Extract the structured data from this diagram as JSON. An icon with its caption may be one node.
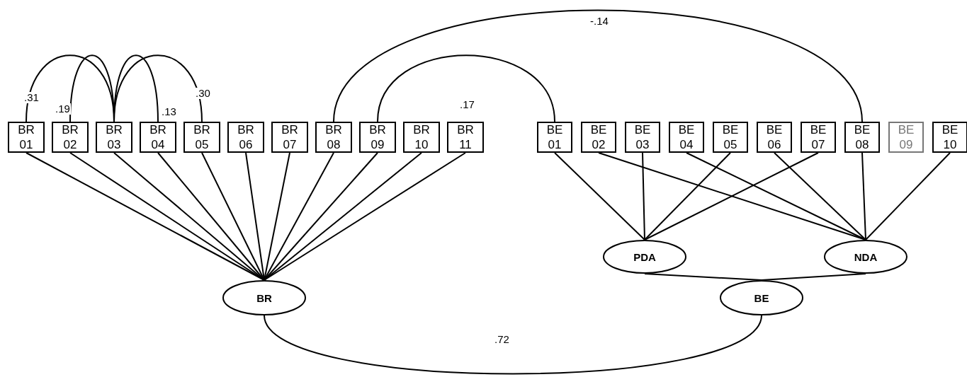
{
  "diagram": {
    "nodes": [
      {
        "text": [
          "BR 01"
        ]
      },
      {
        "text": [
          "BR 02"
        ]
      },
      {
        "text": [
          "BR 03"
        ]
      },
      {
        "text": [
          "BR 04"
        ]
      },
      {
        "text": [
          "BR 05"
        ]
      },
      {
        "text": [
          "BR 06"
        ]
      },
      {
        "text": [
          "BR 07"
        ]
      },
      {
        "text": [
          "BR 08"
        ]
      },
      {
        "text": [
          "BR 09"
        ]
      },
      {
        "text": [
          "BR 10"
        ]
      },
      {
        "text": [
          "BR 11"
        ]
      },
      {
        "text": [
          "BE 01"
        ]
      },
      {
        "text": [
          "BE 02"
        ]
      },
      {
        "text": [
          "BE 03"
        ]
      },
      {
        "text": [
          "BE 04"
        ]
      },
      {
        "text": [
          "BE 05"
        ]
      },
      {
        "text": [
          "BE 06"
        ]
      },
      {
        "text": [
          "BE 07"
        ]
      },
      {
        "text": [
          "BE 08"
        ]
      },
      {
        "text": [
          "BE 09"
        ]
      },
      {
        "text": [
          "BE 10"
        ]
      },
      {
        "text": [
          "BR"
        ]
      },
      {
        "text": [
          "PDA"
        ]
      },
      {
        "text": [
          "NDA"
        ]
      },
      {
        "text": [
          "BE"
        ]
      }
    ],
    "edges": [
      {
        "from": 0,
        "to": 21,
        "arrow": "none"
      },
      {
        "from": 1,
        "to": 21,
        "arrow": "none"
      },
      {
        "from": 2,
        "to": 21,
        "arrow": "none"
      },
      {
        "from": 3,
        "to": 21,
        "arrow": "none"
      },
      {
        "from": 4,
        "to": 21,
        "arrow": "none"
      },
      {
        "from": 5,
        "to": 21,
        "arrow": "none"
      },
      {
        "from": 6,
        "to": 21,
        "arrow": "none"
      },
      {
        "from": 7,
        "to": 21,
        "arrow": "none"
      },
      {
        "from": 8,
        "to": 21,
        "arrow": "none"
      },
      {
        "from": 9,
        "to": 21,
        "arrow": "none"
      },
      {
        "from": 10,
        "to": 21,
        "arrow": "none"
      },
      {
        "from": 11,
        "to": 22,
        "arrow": "none"
      },
      {
        "from": 13,
        "to": 22,
        "arrow": "none"
      },
      {
        "from": 15,
        "to": 22,
        "arrow": "none"
      },
      {
        "from": 17,
        "to": 22,
        "arrow": "none"
      },
      {
        "from": 12,
        "to": 23,
        "arrow": "none"
      },
      {
        "from": 14,
        "to": 23,
        "arrow": "none"
      },
      {
        "from": 16,
        "to": 23,
        "arrow": "none"
      },
      {
        "from": 18,
        "to": 23,
        "arrow": "none"
      },
      {
        "from": 20,
        "to": 23,
        "arrow": "none"
      },
      {
        "from": 22,
        "to": 24,
        "arrow": "none"
      },
      {
        "from": 23,
        "to": 24,
        "arrow": "none"
      },
      {
        "from": 21,
        "to": 24,
        "arrow": "none",
        "label": ".72"
      },
      {
        "from": 0,
        "to": 2,
        "arrow": "none",
        "label": ".31"
      },
      {
        "from": 1,
        "to": 2,
        "arrow": "none",
        "label": ".19"
      },
      {
        "from": 2,
        "to": 3,
        "arrow": "none",
        "label": ".13"
      },
      {
        "from": 2,
        "to": 4,
        "arrow": "none",
        "label": ".30"
      },
      {
        "from": 8,
        "to": 11,
        "arrow": "none",
        "label": ".17"
      },
      {
        "from": 7,
        "to": 18,
        "arrow": "none",
        "label": "-.14"
      }
    ]
  }
}
